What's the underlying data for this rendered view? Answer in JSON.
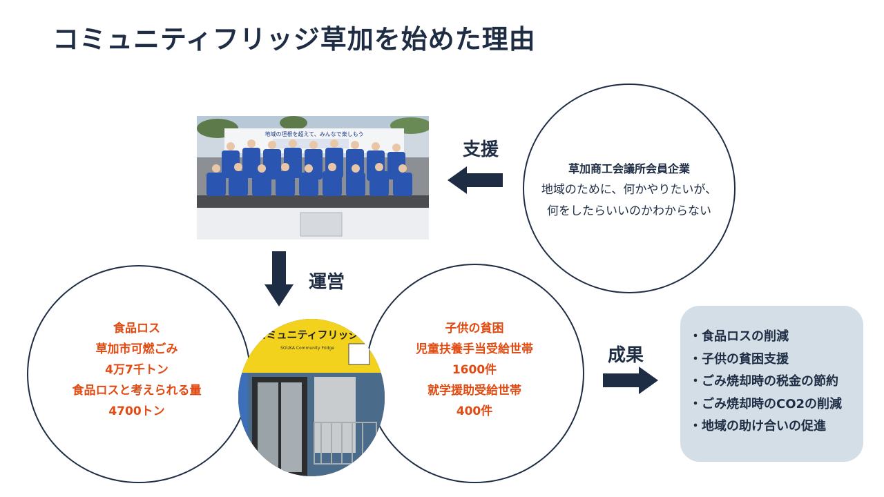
{
  "title": "コミュニティフリッジ草加を始めた理由",
  "labels": {
    "support": "支援",
    "operate": "運営",
    "result": "成果"
  },
  "support_circle": {
    "heading": "草加商工会議所会員企業",
    "line1": "地域のために、何かやりたいが、",
    "line2": "何をしたらいいのかわからない"
  },
  "food_loss_circle": {
    "lines": [
      "食品ロス",
      "草加市可燃ごみ",
      "4万7千トン",
      "食品ロスと考えられる量",
      "4700トン"
    ]
  },
  "poverty_circle": {
    "lines": [
      "子供の貧困",
      "児童扶養手当受給世帯",
      "1600件",
      "就学援助受給世帯",
      "400件"
    ]
  },
  "photo_group": {
    "banner": "地域の垣根を超えて、みんなで楽しもう"
  },
  "store_photo": {
    "sign": "コミュニティフリッジ",
    "sign_sub": "SOUKA Community Fridge"
  },
  "results": {
    "bullet": "・",
    "items": [
      "食品ロスの削減",
      "子供の貧困支援",
      "ごみ焼却時の税金の節約",
      "ごみ焼却時のCO2の削減",
      "地域の助け合いの促進"
    ]
  },
  "colors": {
    "navy": "#1f2d44",
    "accent_red": "#e14b12",
    "result_box": "#d3dee6"
  },
  "icons": [
    "arrow-left-icon",
    "arrow-down-icon",
    "arrow-right-icon"
  ]
}
